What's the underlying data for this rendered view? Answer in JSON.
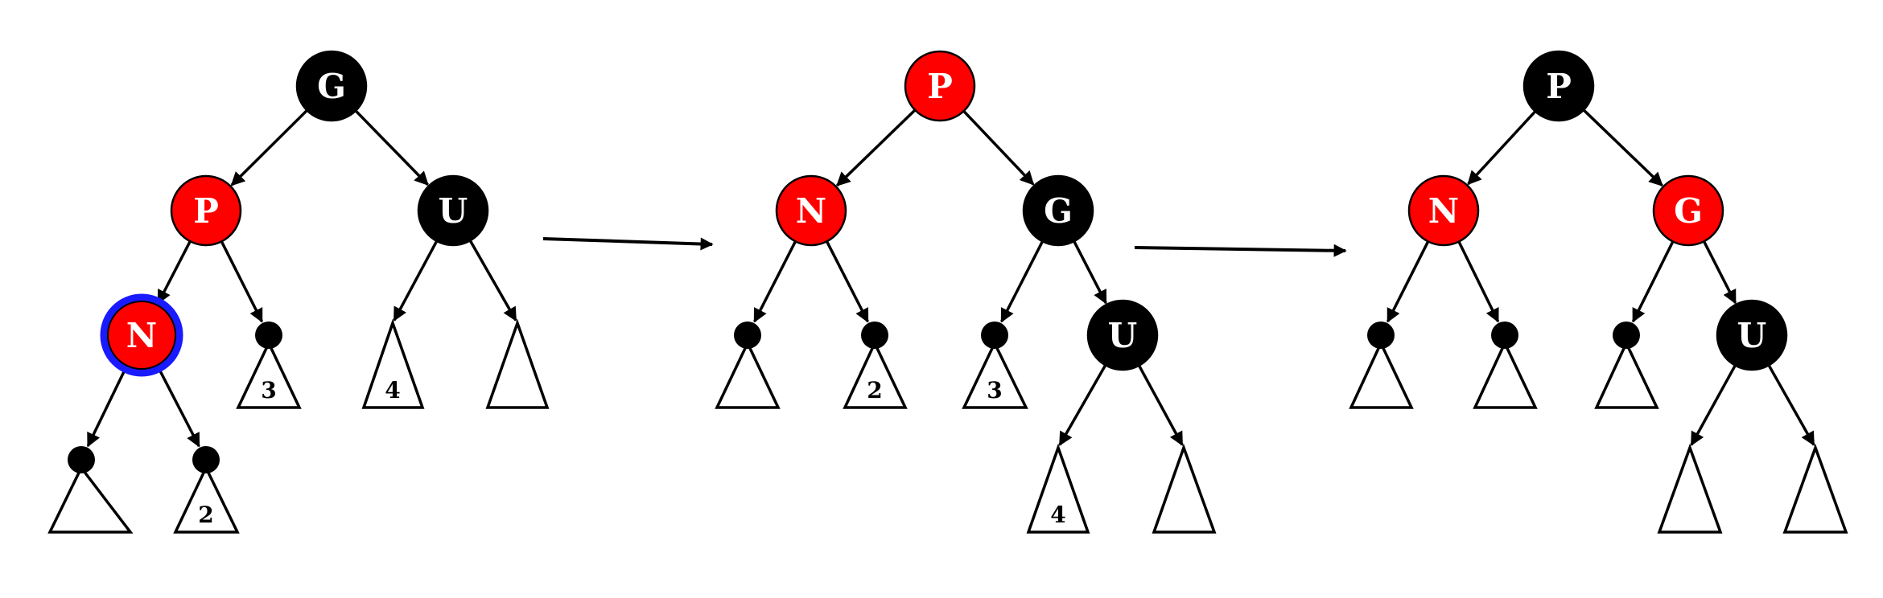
{
  "colors": {
    "red": "#ff0000",
    "black": "#000000",
    "highlight": "#1a1aff",
    "white": "#ffffff"
  },
  "panels": [
    {
      "nodes": [
        {
          "id": "G",
          "label": "G",
          "color": "black"
        },
        {
          "id": "P",
          "label": "P",
          "color": "red"
        },
        {
          "id": "U",
          "label": "U",
          "color": "black"
        },
        {
          "id": "N",
          "label": "N",
          "color": "red",
          "highlighted": true
        },
        {
          "id": "L1",
          "label": "",
          "color": "black",
          "leaf": true
        },
        {
          "id": "L2",
          "label": "",
          "color": "black",
          "leaf": true
        },
        {
          "id": "L3",
          "label": "",
          "color": "black",
          "leaf": true
        }
      ],
      "edges": [
        [
          "G",
          "P"
        ],
        [
          "G",
          "U"
        ],
        [
          "P",
          "N"
        ],
        [
          "P",
          "L3"
        ],
        [
          "N",
          "L1"
        ],
        [
          "N",
          "L2"
        ]
      ],
      "subtrees": [
        {
          "id": "T1",
          "label": ""
        },
        {
          "id": "T2",
          "label": "2"
        },
        {
          "id": "T3",
          "label": "3"
        },
        {
          "id": "T4",
          "label": "4"
        },
        {
          "id": "T5",
          "label": ""
        }
      ]
    },
    {
      "nodes": [
        {
          "id": "P",
          "label": "P",
          "color": "red"
        },
        {
          "id": "N",
          "label": "N",
          "color": "red"
        },
        {
          "id": "G",
          "label": "G",
          "color": "black"
        },
        {
          "id": "U",
          "label": "U",
          "color": "black"
        },
        {
          "id": "L1",
          "label": "",
          "color": "black",
          "leaf": true
        },
        {
          "id": "L2",
          "label": "",
          "color": "black",
          "leaf": true
        },
        {
          "id": "L3",
          "label": "",
          "color": "black",
          "leaf": true
        }
      ],
      "edges": [
        [
          "P",
          "N"
        ],
        [
          "P",
          "G"
        ],
        [
          "N",
          "L1"
        ],
        [
          "N",
          "L2"
        ],
        [
          "G",
          "L3"
        ],
        [
          "G",
          "U"
        ]
      ],
      "subtrees": [
        {
          "id": "T1",
          "label": ""
        },
        {
          "id": "T2",
          "label": "2"
        },
        {
          "id": "T3",
          "label": "3"
        },
        {
          "id": "T4",
          "label": "4"
        },
        {
          "id": "T5",
          "label": ""
        }
      ]
    },
    {
      "nodes": [
        {
          "id": "P",
          "label": "P",
          "color": "black"
        },
        {
          "id": "N",
          "label": "N",
          "color": "red"
        },
        {
          "id": "G",
          "label": "G",
          "color": "red"
        },
        {
          "id": "U",
          "label": "U",
          "color": "black"
        },
        {
          "id": "L1",
          "label": "",
          "color": "black",
          "leaf": true
        },
        {
          "id": "L2",
          "label": "",
          "color": "black",
          "leaf": true
        },
        {
          "id": "L3",
          "label": "",
          "color": "black",
          "leaf": true
        }
      ],
      "edges": [
        [
          "P",
          "N"
        ],
        [
          "P",
          "G"
        ],
        [
          "N",
          "L1"
        ],
        [
          "N",
          "L2"
        ],
        [
          "G",
          "L3"
        ],
        [
          "G",
          "U"
        ]
      ],
      "subtrees": [
        {
          "id": "T1",
          "label": ""
        },
        {
          "id": "T2",
          "label": ""
        },
        {
          "id": "T3",
          "label": ""
        },
        {
          "id": "T4",
          "label": ""
        },
        {
          "id": "T5",
          "label": ""
        }
      ]
    }
  ]
}
